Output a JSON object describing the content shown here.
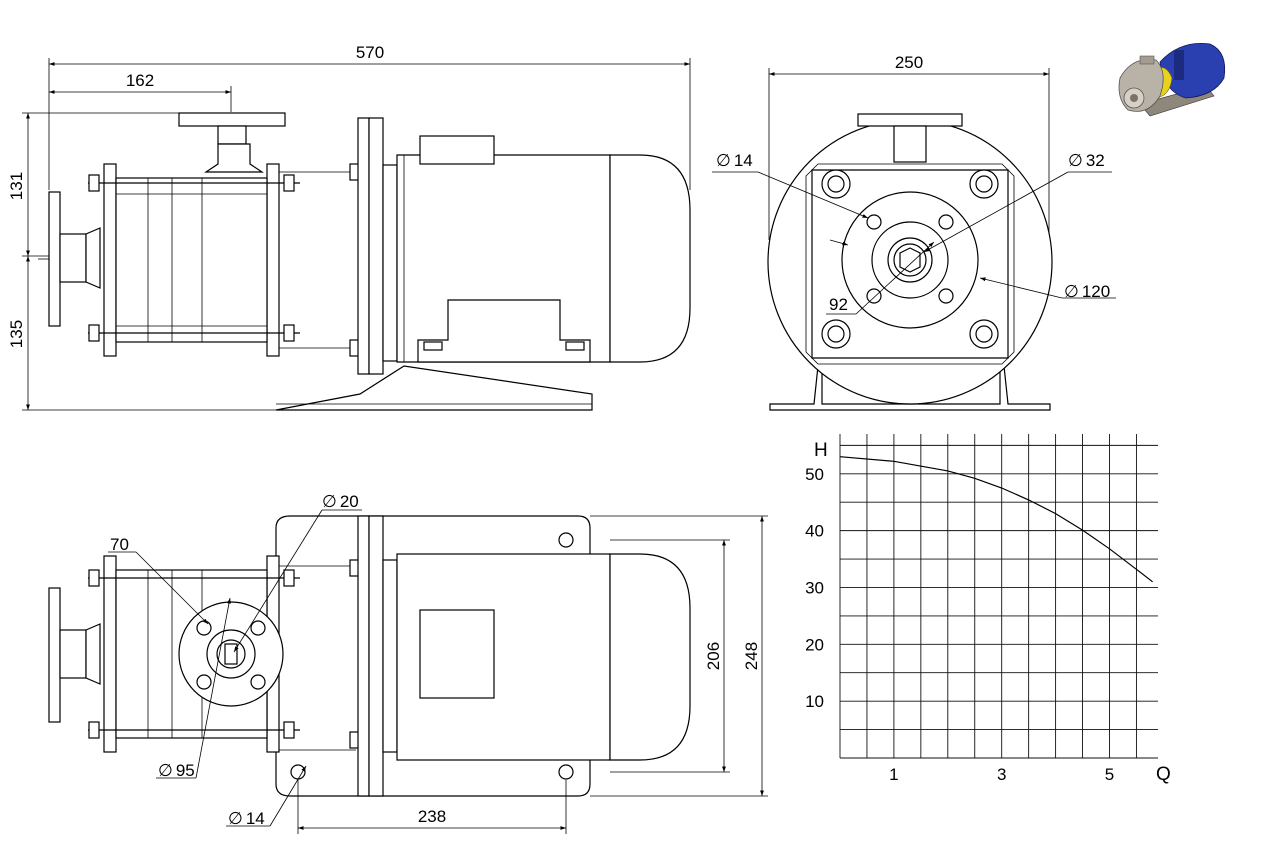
{
  "dimensions": {
    "side": {
      "total_length": "570",
      "inlet_offset": "162",
      "height_top": "131",
      "height_bottom": "135"
    },
    "front": {
      "width": "250",
      "hole_dia": "14",
      "shaft_dia": "32",
      "bolt_circle": "120",
      "flange_dia": "92"
    },
    "top": {
      "bolt_circle": "70",
      "hole_dia": "20",
      "flange_dia": "95",
      "foot_hole_dia": "14",
      "foot_spacing": "238",
      "foot_inner_width": "206",
      "foot_outer_width": "248"
    },
    "diameter_symbol": "∅"
  },
  "chart_data": {
    "type": "line",
    "xlabel": "Q",
    "ylabel": "H",
    "x_ticks": [
      "1",
      "3",
      "5"
    ],
    "y_ticks": [
      "10",
      "20",
      "30",
      "40",
      "50"
    ],
    "xlim": [
      0,
      5.9
    ],
    "ylim": [
      0,
      57
    ],
    "grid": true,
    "series": [
      {
        "x": [
          0,
          1,
          2,
          2.5,
          3,
          3.5,
          4,
          4.5,
          5,
          5.5,
          5.8
        ],
        "y": [
          53,
          52.2,
          50.5,
          49.2,
          47.5,
          45.4,
          43,
          40.1,
          36.8,
          33.2,
          31
        ]
      }
    ]
  },
  "thumbnail": {
    "icon": "pump-3d-thumbnail-icon",
    "motor_color": "#2a3fb0",
    "body_color": "#b9b2a6",
    "coupling_color": "#e8d21c"
  }
}
